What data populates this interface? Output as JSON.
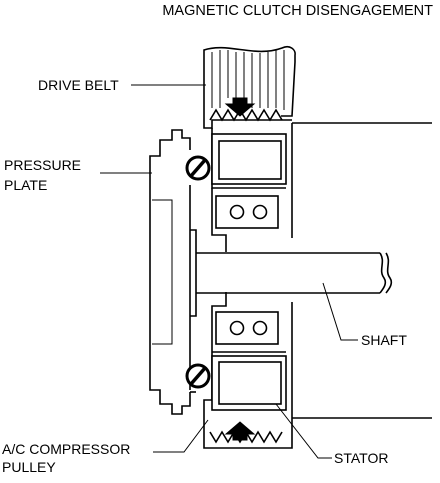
{
  "title": "MAGNETIC CLUTCH DISENGAGEMENT",
  "labels": {
    "drive_belt": "DRIVE BELT",
    "pressure_plate_line1": "PRESSURE",
    "pressure_plate_line2": "PLATE",
    "shaft": "SHAFT",
    "pulley_line1": "A/C COMPRESSOR",
    "pulley_line2": "PULLEY",
    "stator": "STATOR"
  },
  "air_gap_symbol": "prohibited-gap",
  "colors": {
    "line": "#000000",
    "background": "#ffffff"
  }
}
